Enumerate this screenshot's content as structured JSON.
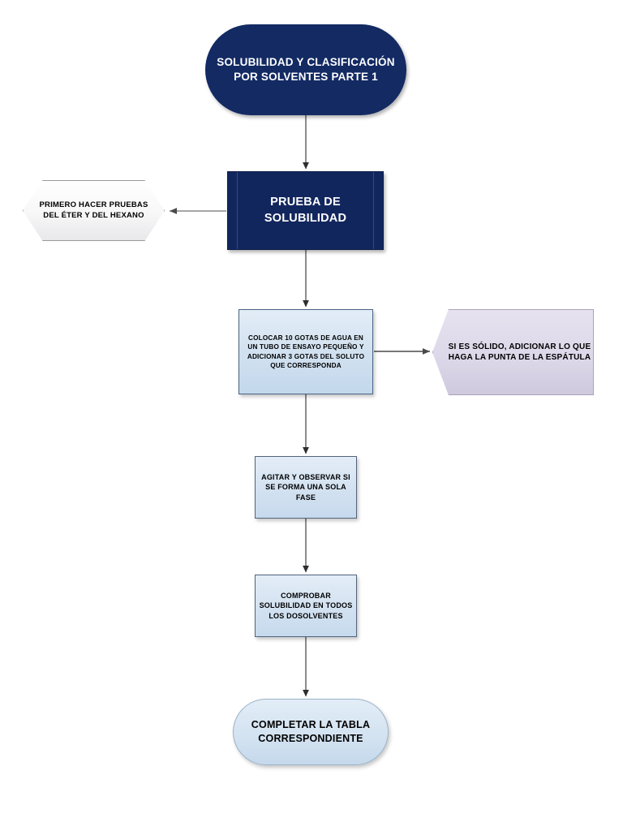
{
  "diagram": {
    "title": "SOLUBILIDAD Y CLASIFICACIÓN POR SOLVENTES  PARTE 1",
    "type": "flowchart",
    "orientation": "top-to-bottom",
    "colors": {
      "navy_fill": "#132a63",
      "navy_fill_process": "#12265e",
      "light_blue_fill": "#d4e2f1",
      "lavender_fill": "#ddd8e9",
      "white_hex_fill": "#f7f7f8",
      "connector": "#3f3f3f",
      "connector_gray": "#808080",
      "text_light": "#ffffff",
      "text_dark": "#000000"
    }
  },
  "nodes": {
    "title": {
      "shape": "stadium",
      "text": "SOLUBILIDAD Y CLASIFICACIÓN\nPOR SOLVENTES  PARTE 1"
    },
    "prueba_solubilidad": {
      "shape": "predefined-process",
      "text": "PRUEBA DE\nSOLUBILIDAD"
    },
    "nota_eter_hexano": {
      "shape": "hexagon",
      "text": "PRIMERO HACER PRUEBAS\nDEL ÉTER Y DEL HEXANO"
    },
    "colocar_gotas": {
      "shape": "rectangle",
      "text": "COLOCAR 10 GOTAS DE AGUA EN\nUN TUBO DE ENSAYO PEQUEÑO Y\nADICIONAR 3 GOTAS DEL SOLUTO\nQUE CORRESPONDA"
    },
    "nota_solido": {
      "shape": "pentagon-arrow",
      "text": "SI ES SÓLIDO, ADICIONAR LO QUE\nHAGA LA PUNTA DE LA ESPÁTULA"
    },
    "agitar_observar": {
      "shape": "rectangle",
      "text": "AGITAR Y OBSERVAR SI\nSE FORMA UNA SOLA\nFASE"
    },
    "comprobar_solubilidad": {
      "shape": "rectangle",
      "text": "COMPROBAR\nSOLUBILIDAD EN TODOS\nLOS DOSOLVENTES"
    },
    "completar_tabla": {
      "shape": "stadium",
      "text": "COMPLETAR LA TABLA\nCORRESPONDIENTE"
    }
  },
  "edges": [
    {
      "from": "title",
      "to": "prueba_solubilidad",
      "direction": "down",
      "label": ""
    },
    {
      "from": "prueba_solubilidad",
      "to": "nota_eter_hexano",
      "direction": "left",
      "label": ""
    },
    {
      "from": "prueba_solubilidad",
      "to": "colocar_gotas",
      "direction": "down",
      "label": ""
    },
    {
      "from": "colocar_gotas",
      "to": "nota_solido",
      "direction": "right",
      "label": ""
    },
    {
      "from": "colocar_gotas",
      "to": "agitar_observar",
      "direction": "down",
      "label": ""
    },
    {
      "from": "agitar_observar",
      "to": "comprobar_solubilidad",
      "direction": "down",
      "label": ""
    },
    {
      "from": "comprobar_solubilidad",
      "to": "completar_tabla",
      "direction": "down",
      "label": ""
    }
  ]
}
